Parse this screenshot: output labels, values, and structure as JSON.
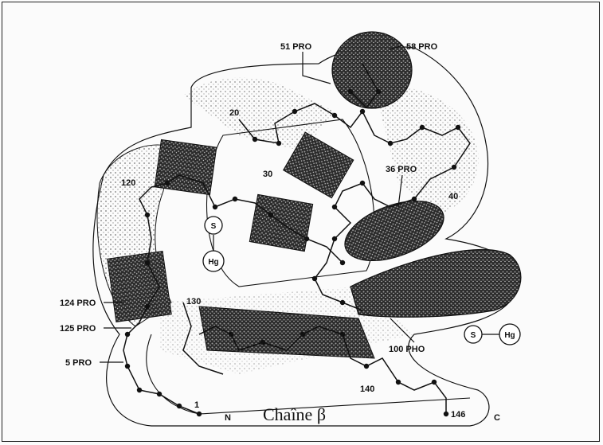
{
  "caption": "Chaîne β",
  "terminus": {
    "n": "N",
    "c": "C"
  },
  "heme_labels": {
    "s": "S",
    "hg": "Hg"
  },
  "residue_labels": {
    "r1": "1",
    "r20": "20",
    "r30": "30",
    "r40": "40",
    "r120": "120",
    "r130": "130",
    "r140": "140",
    "r146": "146",
    "r5pro": "5 PRO",
    "r51pro": "51 PRO",
    "r58pro": "58 PRO",
    "r36pro": "36 PRO",
    "r124pro": "124 PRO",
    "r125pro": "125 PRO",
    "r100pho": "100 PHO"
  },
  "colors": {
    "ink": "#111111",
    "helix": "#2a2a2a",
    "stipple": "#9a9a9a"
  }
}
